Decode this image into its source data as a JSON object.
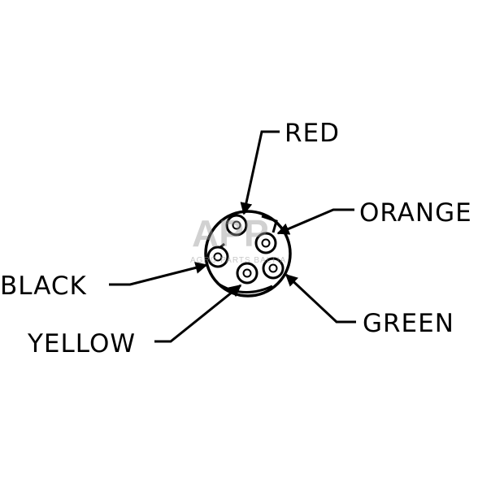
{
  "labels": {
    "red": "RED",
    "orange": "ORANGE",
    "black": "BLACK",
    "yellow": "YELLOW",
    "green": "GREEN"
  },
  "watermark": {
    "logo": "APP",
    "tagline": "AGRO PARTS BALTIA"
  },
  "colors": {
    "line": "#000000",
    "background": "#ffffff",
    "watermark": "#9a9a9a"
  }
}
